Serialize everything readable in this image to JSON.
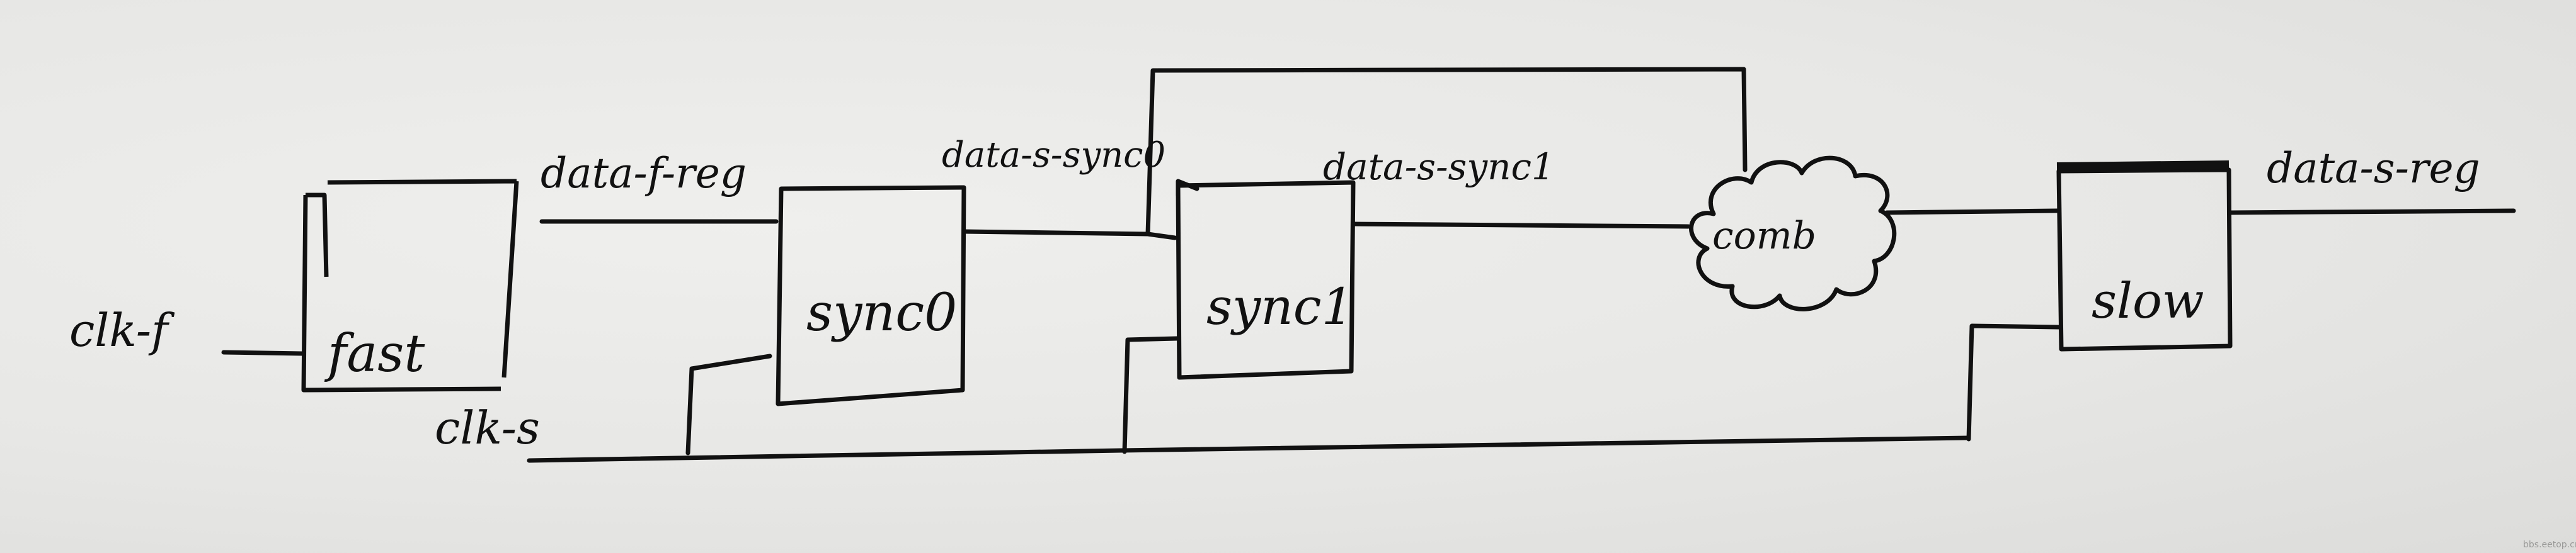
{
  "diagram": {
    "blocks": {
      "fast": "fast",
      "sync0": "sync0",
      "sync1": "sync1",
      "comb": "comb",
      "slow": "slow"
    },
    "signals": {
      "clk_f": "clk-f",
      "clk_s": "clk-s",
      "data_f_reg": "data-f-reg",
      "data_s_sync0": "data-s-sync0",
      "data_s_sync1": "data-s-sync1",
      "data_s_reg": "data-s-reg"
    }
  },
  "watermark": "bbs.eetop.cn"
}
